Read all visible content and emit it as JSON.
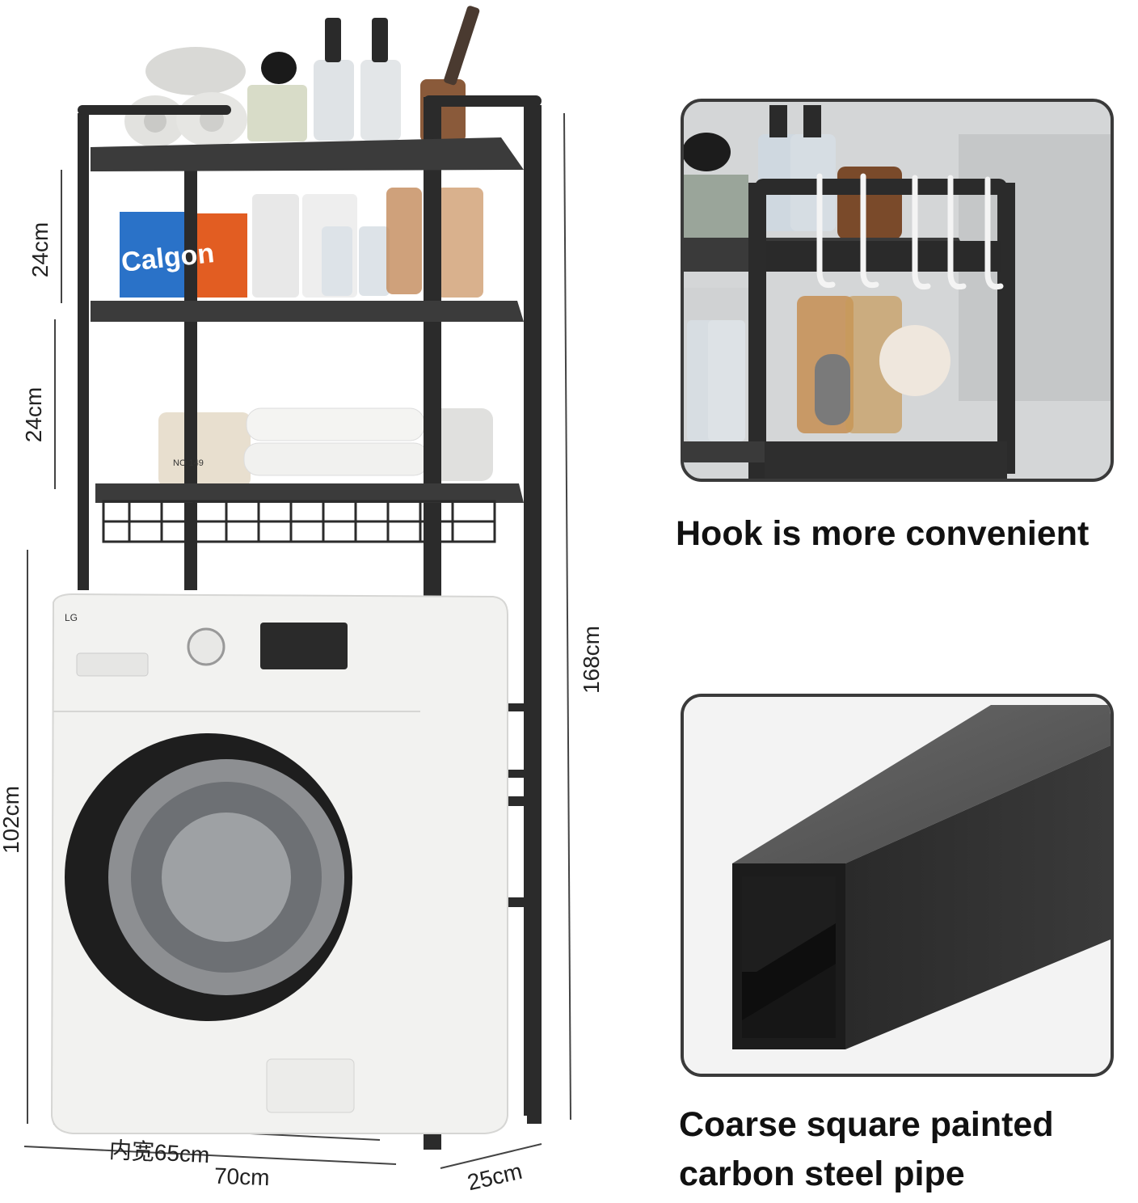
{
  "dimensions": {
    "shelf_gap_top": "24cm",
    "shelf_gap_middle": "24cm",
    "total_height": "168cm",
    "lower_height": "102cm",
    "inner_width": "内宽65cm",
    "outer_width": "70cm",
    "depth": "25cm"
  },
  "product_labels": {
    "detergent_brand": "Calgon",
    "washer_brand": "LG",
    "jar_label": "NO 149"
  },
  "features": {
    "hook_caption": "Hook is more convenient",
    "pipe_caption_line1": "Coarse square painted",
    "pipe_caption_line2": "carbon steel pipe"
  },
  "colors": {
    "frame": "#2b2b2b",
    "shelf": "#3b3b3b",
    "washer_body": "#f2f2f0",
    "panel_border": "#3a3a3a"
  }
}
